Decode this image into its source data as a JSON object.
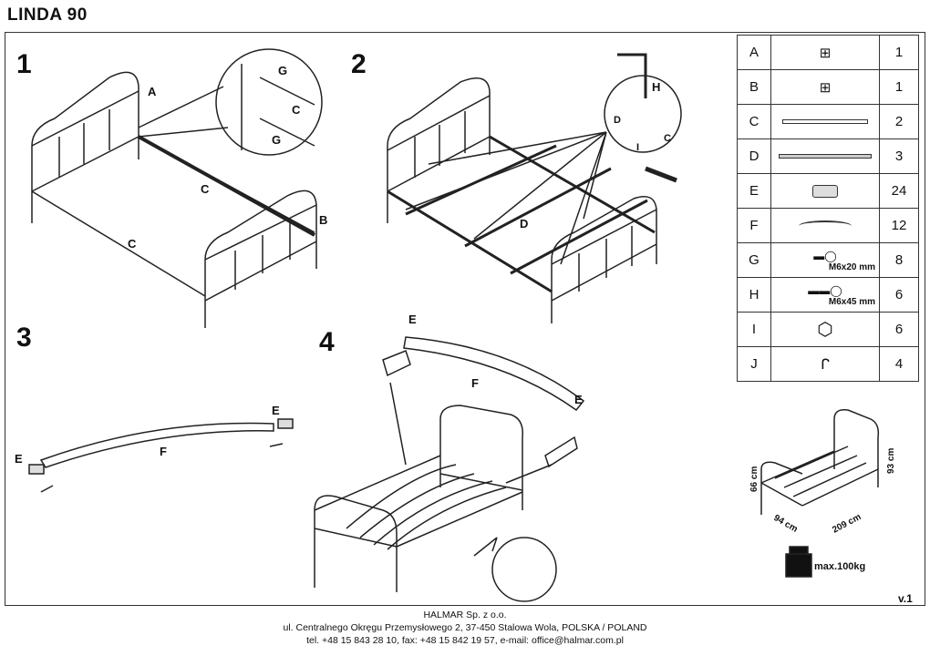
{
  "title": "LINDA 90",
  "steps": {
    "s1": {
      "number": "1",
      "labels": [
        "A",
        "C",
        "C",
        "B",
        "G",
        "C",
        "G"
      ]
    },
    "s2": {
      "number": "2",
      "labels": [
        "H",
        "D",
        "C",
        "I",
        "D"
      ]
    },
    "s3": {
      "number": "3",
      "labels": [
        "E",
        "E",
        "F"
      ]
    },
    "s4": {
      "number": "4",
      "labels": [
        "E",
        "F",
        "E"
      ]
    }
  },
  "parts": [
    {
      "letter": "A",
      "size": "",
      "qty": "1"
    },
    {
      "letter": "B",
      "size": "",
      "qty": "1"
    },
    {
      "letter": "C",
      "size": "",
      "qty": "2"
    },
    {
      "letter": "D",
      "size": "",
      "qty": "3"
    },
    {
      "letter": "E",
      "size": "",
      "qty": "24"
    },
    {
      "letter": "F",
      "size": "",
      "qty": "12"
    },
    {
      "letter": "G",
      "size": "M6x20 mm",
      "qty": "8"
    },
    {
      "letter": "H",
      "size": "M6x45 mm",
      "qty": "6"
    },
    {
      "letter": "I",
      "size": "",
      "qty": "6"
    },
    {
      "letter": "J",
      "size": "",
      "qty": "4"
    }
  ],
  "dimensions": {
    "height_foot": "66 cm",
    "width": "94 cm",
    "length": "209 cm",
    "height_head": "93 cm",
    "max_load": "max.100kg"
  },
  "version": "v.1",
  "footer": {
    "company": "HALMAR Sp. z o.o.",
    "address": "ul. Centralnego Okręgu Przemysłowego 2, 37-450 Stalowa Wola, POLSKA / POLAND",
    "contact": "tel. +48 15 843 28 10, fax: +48 15 842 19 57, e-mail: office@halmar.com.pl"
  }
}
